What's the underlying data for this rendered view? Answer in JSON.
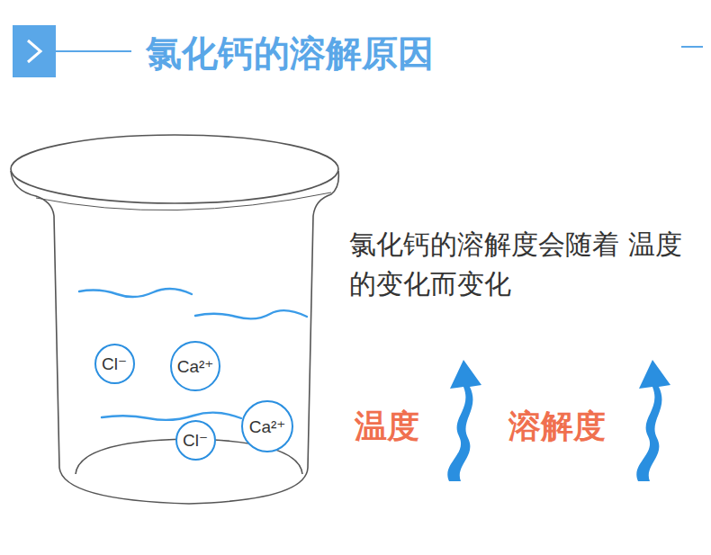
{
  "diagram": {
    "title": "氯化钙的溶解原因",
    "nodes": [
      {
        "text": [
          "Cl⁻"
        ]
      },
      {
        "text": [
          "Ca²⁺"
        ]
      },
      {
        "text": [
          "Cl⁻"
        ]
      },
      {
        "text": [
          "Ca²⁺"
        ]
      }
    ],
    "labels": [
      "氯化钙的溶解度会随着 温度的变化而变化",
      "温度",
      "溶解度"
    ]
  }
}
